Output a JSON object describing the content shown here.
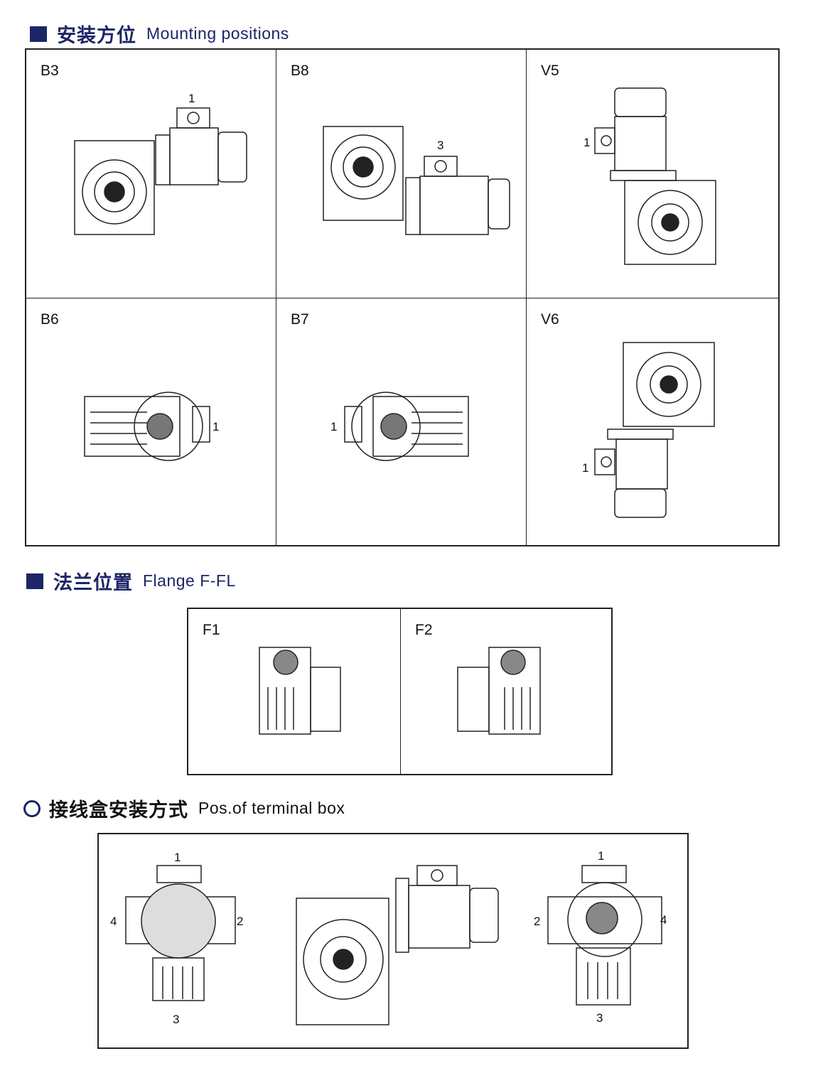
{
  "mounting": {
    "title_zh": "安装方位",
    "title_en": "Mounting positions",
    "cells": [
      {
        "label": "B3",
        "num": "1"
      },
      {
        "label": "B8",
        "num": "3"
      },
      {
        "label": "V5",
        "num": "1"
      },
      {
        "label": "B6",
        "num": "1"
      },
      {
        "label": "B7",
        "num": "1"
      },
      {
        "label": "V6",
        "num": "1"
      }
    ]
  },
  "flange": {
    "title_zh": "法兰位置",
    "title_en": "Flange F-FL",
    "cells": [
      {
        "label": "F1"
      },
      {
        "label": "F2"
      }
    ]
  },
  "terminal": {
    "title_zh": "接线盒安装方式",
    "title_en": "Pos.of terminal box",
    "left": {
      "n1": "1",
      "n2": "2",
      "n3": "3",
      "n4": "4"
    },
    "right": {
      "n1": "1",
      "n2": "2",
      "n3": "3",
      "n4": "4"
    }
  },
  "colors": {
    "heading": "#1c2566",
    "line": "#222222"
  }
}
